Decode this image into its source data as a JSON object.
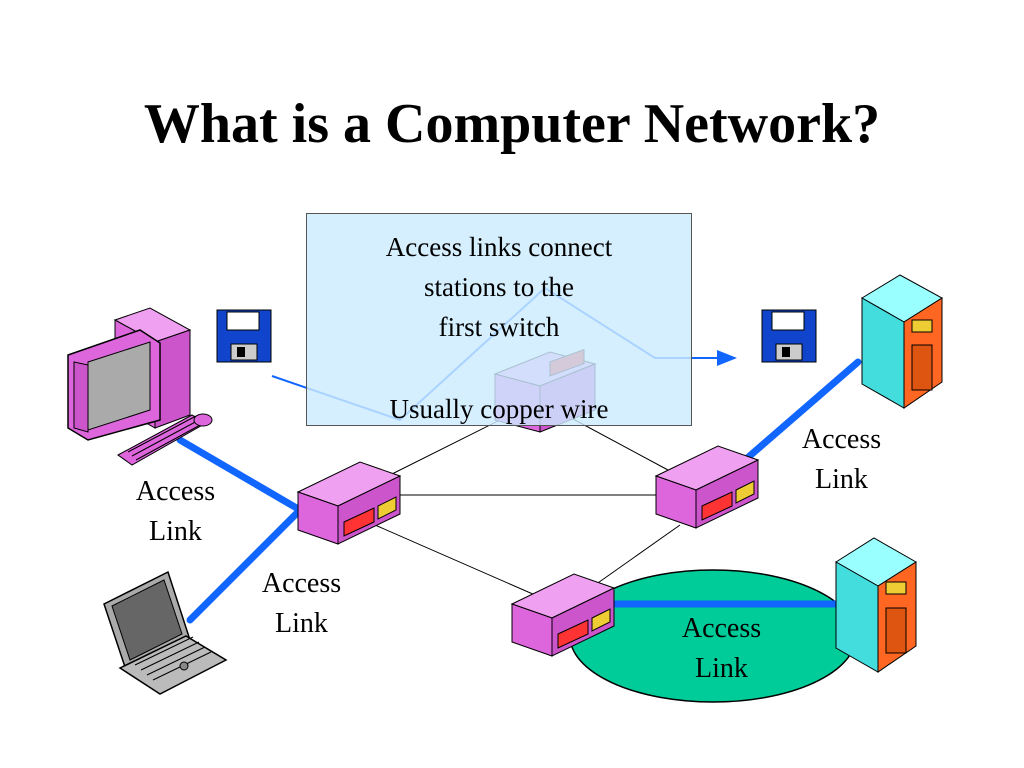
{
  "title": "What is a Computer Network?",
  "callout": {
    "lines": [
      "Access links connect",
      "stations to the",
      "first switch"
    ],
    "note": "Usually copper wire"
  },
  "labels": {
    "left": [
      "Access",
      "Link"
    ],
    "bottom_left": [
      "Access",
      "Link"
    ],
    "right": [
      "Access",
      "Link"
    ],
    "bottom_right": [
      "Access",
      "Link"
    ]
  },
  "colors": {
    "access_link": "#1166ff",
    "pc": "#dd55dd",
    "server": "#44dddd",
    "server_panel": "#ff6622",
    "switch_body": "#dd66dd",
    "switch_red": "#ff3333",
    "switch_yellow": "#eecc33",
    "lan_ellipse": "#00cc99",
    "callout_bg": "#cceeff"
  },
  "icons": [
    "desktop-pc-icon",
    "laptop-icon",
    "server-icon",
    "floppy-disk-icon",
    "switch-icon"
  ]
}
